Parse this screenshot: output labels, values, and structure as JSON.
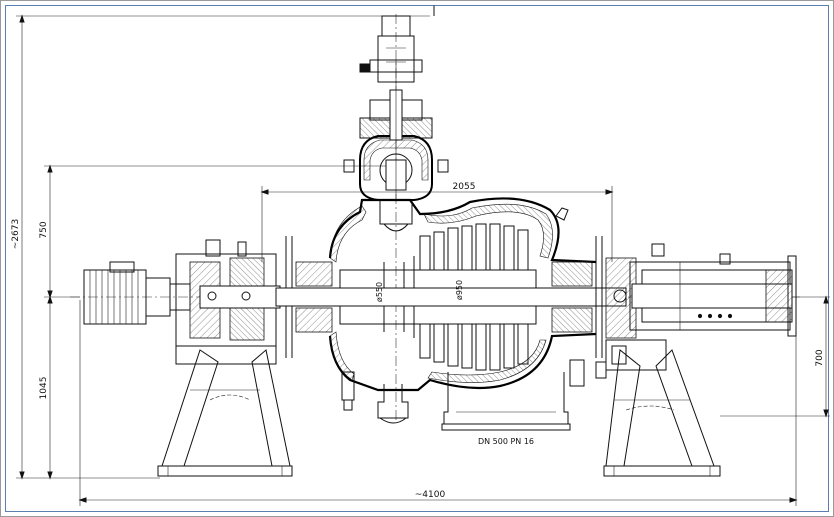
{
  "drawing": {
    "section_marker": "I",
    "dimensions": {
      "overall_height": "~2673",
      "upper_height": "750",
      "lower_height": "1045",
      "casing_width": "2055",
      "right_height": "700",
      "overall_length": "~4100",
      "shaft_diameter_1": "ø550",
      "shaft_diameter_2": "ø950"
    },
    "flange_label": "DN 500 PN 16"
  }
}
